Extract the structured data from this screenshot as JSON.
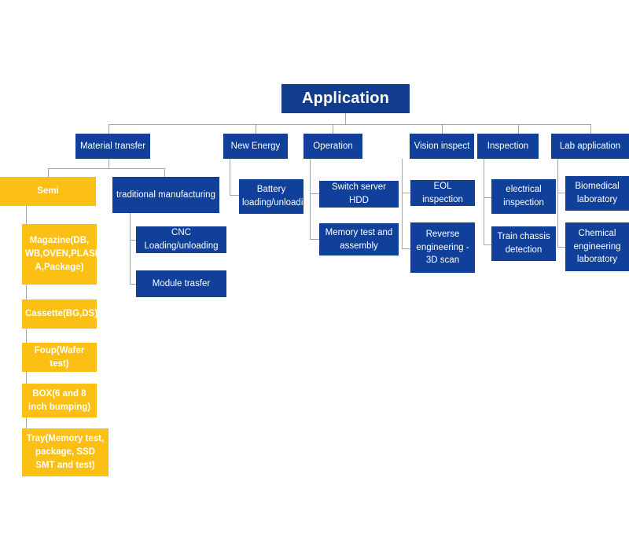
{
  "diagram": {
    "title": "Application",
    "colors": {
      "box_blue": "#10409a",
      "box_navy": "#123c8e",
      "box_amber": "#fcbf13",
      "connector": "#9aa7bd",
      "text_on_blue": "#ffffff",
      "text_on_amber": "#ffffff",
      "background": "#ffffff"
    },
    "root": {
      "label": "Application"
    },
    "branches": [
      {
        "label": "Material transfer",
        "children": [
          {
            "label": "Semi",
            "style": "amber",
            "children": [
              {
                "label": "Magazine(DB, WB,OVEN,PLASM A,Package)",
                "style": "amber"
              },
              {
                "label": "Cassette(BG,DS)",
                "style": "amber"
              },
              {
                "label": "Foup(Wafer test)",
                "style": "amber"
              },
              {
                "label": "BOX(6 and 8 inch bumping)",
                "style": "amber"
              },
              {
                "label": "Tray(Memory test, package, SSD SMT and test)",
                "style": "amber"
              }
            ]
          },
          {
            "label": "traditional manufacturing",
            "style": "blue",
            "children": [
              {
                "label": "CNC Loading/unloading",
                "style": "blue"
              },
              {
                "label": "Module trasfer",
                "style": "blue"
              }
            ]
          }
        ]
      },
      {
        "label": "New Energy",
        "children": [
          {
            "label": "Battery loading/unloading",
            "style": "blue"
          }
        ]
      },
      {
        "label": "Operation",
        "children": [
          {
            "label": "Switch server HDD",
            "style": "blue"
          },
          {
            "label": "Memory test and assembly",
            "style": "blue"
          }
        ]
      },
      {
        "label": "Vision inspect",
        "children": [
          {
            "label": "EOL inspection",
            "style": "blue"
          },
          {
            "label": "Reverse engineering - 3D scan",
            "style": "blue"
          }
        ]
      },
      {
        "label": "Inspection",
        "children": [
          {
            "label": "electrical inspection",
            "style": "blue"
          },
          {
            "label": "Train chassis detection",
            "style": "blue"
          }
        ]
      },
      {
        "label": "Lab application",
        "children": [
          {
            "label": "Biomedical laboratory",
            "style": "blue"
          },
          {
            "label": "Chemical engineering laboratory",
            "style": "blue"
          }
        ]
      }
    ]
  }
}
